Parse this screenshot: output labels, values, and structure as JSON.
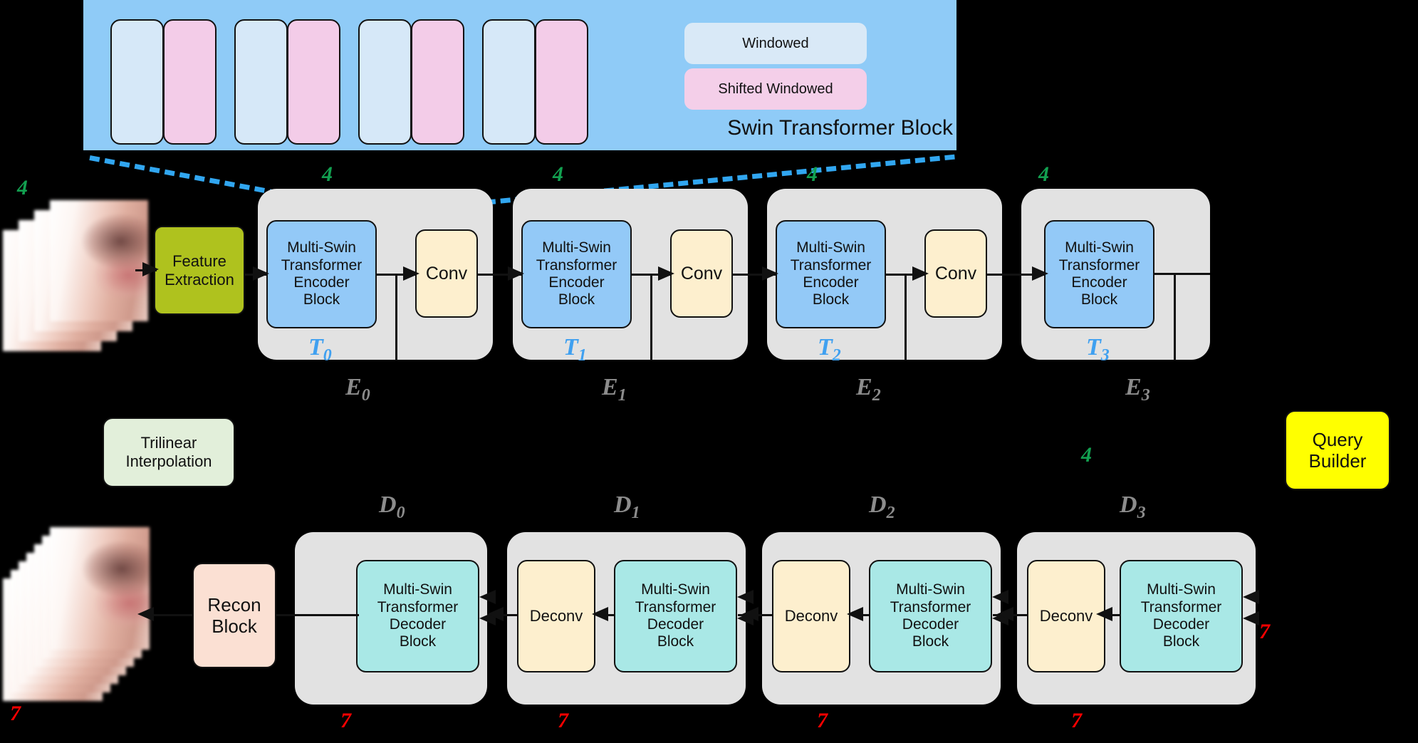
{
  "swin_panel": {
    "title": "Swin Transformer Block",
    "legend": [
      {
        "key": "windowed",
        "label": "Windowed",
        "color": "#D9E9F7"
      },
      {
        "key": "shifted",
        "label": "Shifted Windowed",
        "color": "#F4CFE9"
      }
    ],
    "columns": [
      "windowed",
      "shifted",
      "windowed",
      "shifted",
      "windowed",
      "shifted",
      "windowed",
      "shifted"
    ],
    "panel_color": "#8FCBF7"
  },
  "input": {
    "frame_count_label": "4",
    "frames": 4
  },
  "output": {
    "frame_count_label": "7",
    "frames": 7
  },
  "blocks": {
    "feature_extraction": "Feature\nExtraction",
    "feature_extraction_l1": "Feature",
    "feature_extraction_l2": "Extraction",
    "encoder_block_l1": "Multi-Swin",
    "encoder_block_l2": "Transformer",
    "encoder_block_l3": "Encoder",
    "encoder_block_l4": "Block",
    "conv": "Conv",
    "deconv": "Deconv",
    "decoder_block_l1": "Multi-Swin",
    "decoder_block_l2": "Transformer",
    "decoder_block_l3": "Decoder",
    "decoder_block_l4": "Block",
    "recon_l1": "Recon",
    "recon_l2": "Block",
    "trilinear_l1": "Trilinear",
    "trilinear_l2": "Interpolation",
    "query_l1": "Query",
    "query_l2": "Builder"
  },
  "encoders": [
    {
      "t": "T",
      "t_sub": "0",
      "e": "E",
      "e_sub": "0",
      "top_count": "4",
      "has_conv": true
    },
    {
      "t": "T",
      "t_sub": "1",
      "e": "E",
      "e_sub": "1",
      "top_count": "4",
      "has_conv": true
    },
    {
      "t": "T",
      "t_sub": "2",
      "e": "E",
      "e_sub": "2",
      "top_count": "4",
      "has_conv": true
    },
    {
      "t": "T",
      "t_sub": "3",
      "e": "E",
      "e_sub": "3",
      "top_count": "4",
      "has_conv": false
    }
  ],
  "decoders": [
    {
      "d": "D",
      "d_sub": "0",
      "bottom_count": "7",
      "has_deconv": false
    },
    {
      "d": "D",
      "d_sub": "1",
      "bottom_count": "7",
      "has_deconv": true
    },
    {
      "d": "D",
      "d_sub": "2",
      "bottom_count": "7",
      "has_deconv": true
    },
    {
      "d": "D",
      "d_sub": "3",
      "bottom_count": "7",
      "has_deconv": true
    }
  ],
  "counts": {
    "input_green": "4",
    "mid_green": "4",
    "output_red": "7",
    "right_red": "7"
  },
  "colors": {
    "encoder_block": "#93C9F7",
    "decoder_block": "#A9E8E6",
    "conv": "#FDEFCE",
    "group": "#E2E2E2",
    "feature_extraction": "#AFC21E",
    "recon": "#FBE0D3",
    "trilinear": "#E2EFDA",
    "query_builder": "#FFFF00",
    "swin_panel": "#8FCBF7",
    "windowed": "#D9E9F7",
    "shifted": "#F4CFE9",
    "green_num": "#12A050",
    "red_num": "#FF0000",
    "t_label": "#3FA0F0",
    "e_label": "#8C8C8C",
    "dashed_guide": "#31A6F0"
  }
}
